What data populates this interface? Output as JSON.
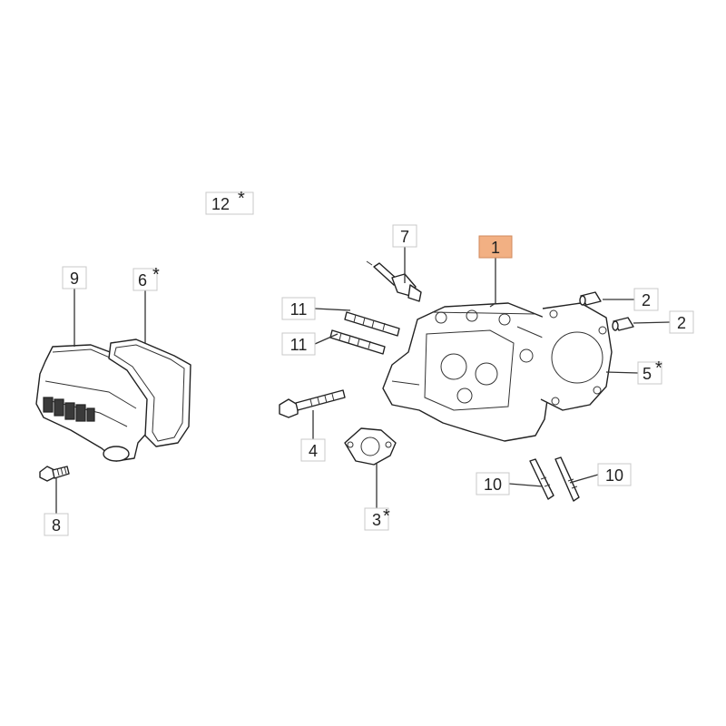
{
  "colors": {
    "highlight": "#f2b083",
    "box_border": "#c8c8c8",
    "line": "#333333"
  },
  "callouts": [
    {
      "id": "1",
      "label": "1",
      "star": "",
      "highlight": true
    },
    {
      "id": "2a",
      "label": "2",
      "star": ""
    },
    {
      "id": "2b",
      "label": "2",
      "star": ""
    },
    {
      "id": "3",
      "label": "3",
      "star": "*"
    },
    {
      "id": "4",
      "label": "4",
      "star": ""
    },
    {
      "id": "5",
      "label": "5",
      "star": "*"
    },
    {
      "id": "6",
      "label": "6",
      "star": "*"
    },
    {
      "id": "7",
      "label": "7",
      "star": ""
    },
    {
      "id": "8",
      "label": "8",
      "star": ""
    },
    {
      "id": "9",
      "label": "9",
      "star": ""
    },
    {
      "id": "10a",
      "label": "10",
      "star": ""
    },
    {
      "id": "10b",
      "label": "10",
      "star": ""
    },
    {
      "id": "11a",
      "label": "11",
      "star": ""
    },
    {
      "id": "11b",
      "label": "11",
      "star": ""
    },
    {
      "id": "12",
      "label": "12",
      "star": "*"
    }
  ]
}
